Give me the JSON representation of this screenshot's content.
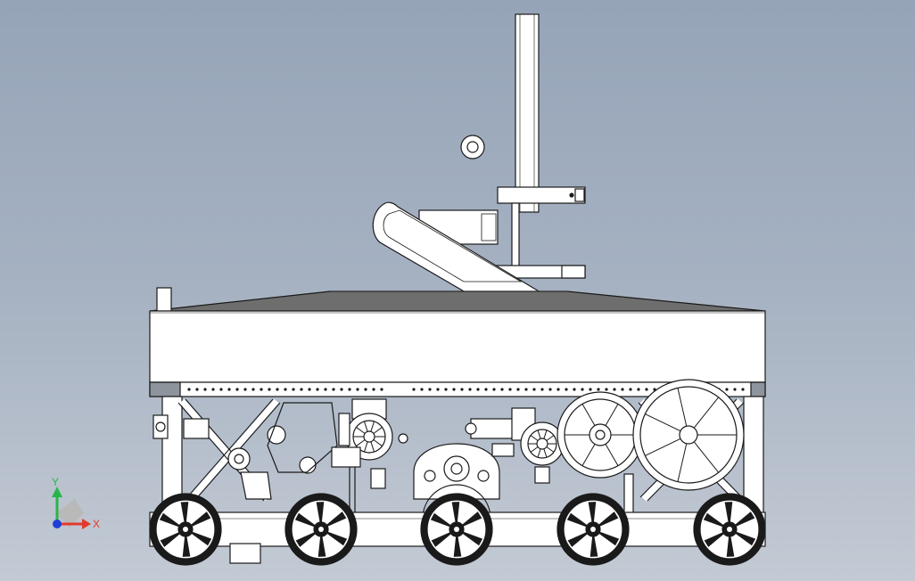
{
  "triad": {
    "x_label": "X",
    "y_label": "Y",
    "colors": {
      "x": "#e23a2c",
      "y": "#29b54a",
      "z": "#1f3fd6"
    }
  },
  "model": {
    "line_color": "#1a1a1a",
    "face_color": "#ffffff",
    "deck_color": "#6e6e6e",
    "wheel_count": 5,
    "wheel_spokes": 6
  }
}
